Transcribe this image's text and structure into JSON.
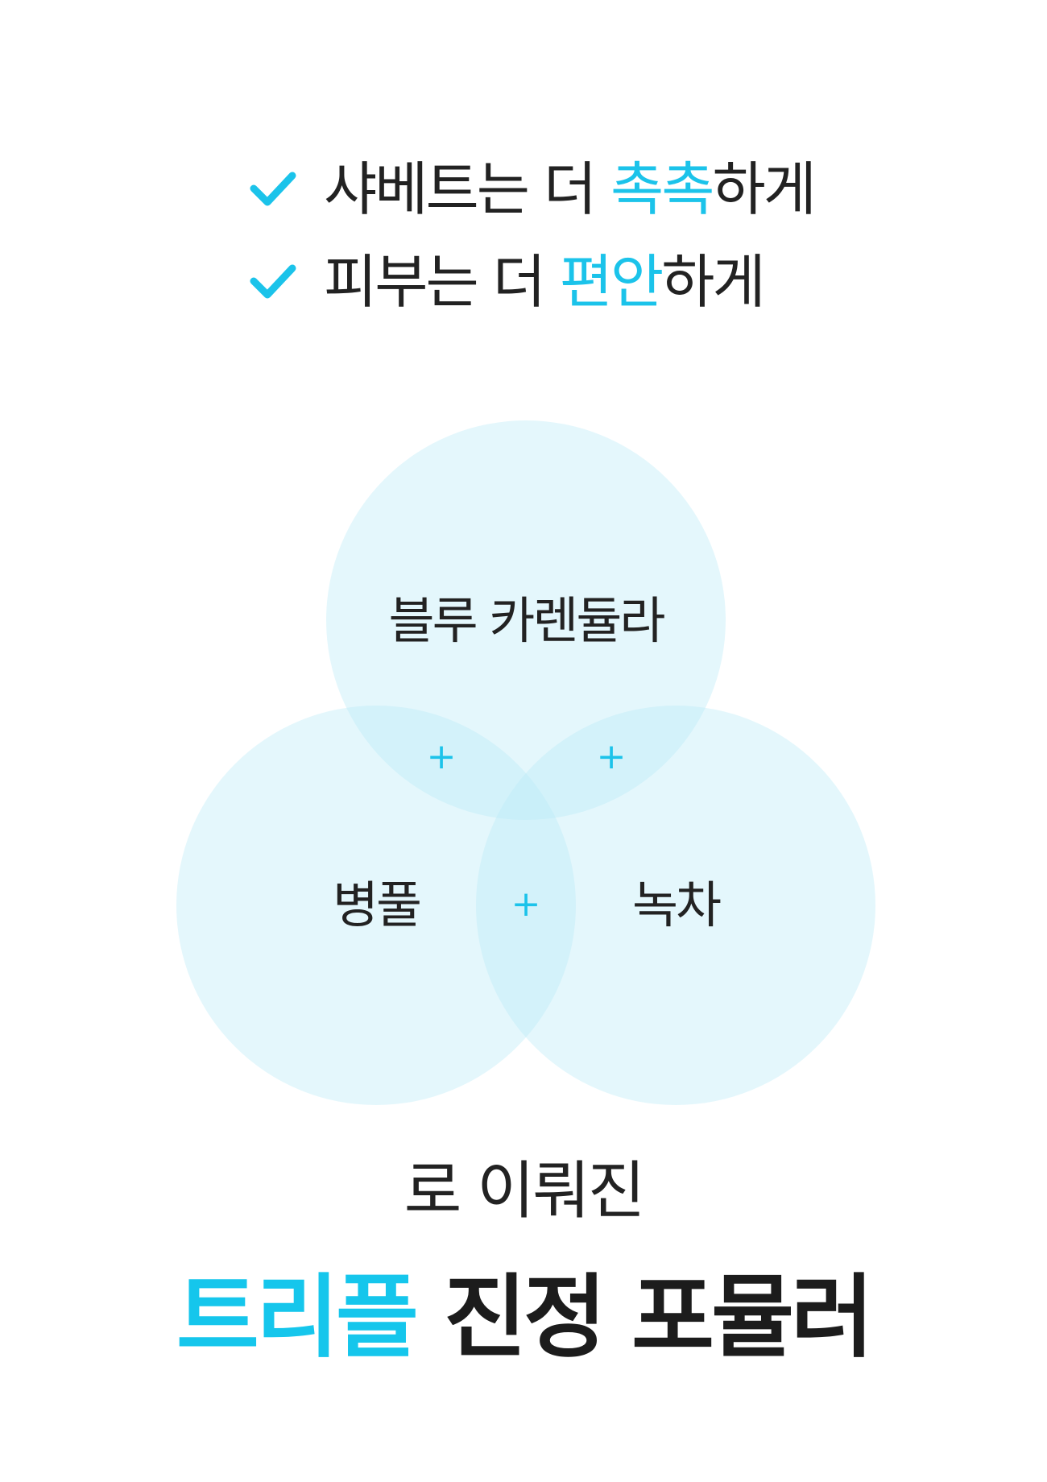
{
  "colors": {
    "accent": "#1bc3ea",
    "circle_fill": "#e5f7fc",
    "text": "#222222"
  },
  "benefits": [
    {
      "icon": "check-icon",
      "prefix": "샤베트는 더 ",
      "highlight": "촉촉",
      "suffix": "하게"
    },
    {
      "icon": "check-icon",
      "prefix": "피부는 더 ",
      "highlight": "편안",
      "suffix": "하게"
    }
  ],
  "venn": {
    "top_label": "블루 카렌듈라",
    "left_label": "병풀",
    "right_label": "녹차",
    "plus": "+"
  },
  "subtitle": "로 이뤄진",
  "title": {
    "highlight": "트리플",
    "rest": " 진정 포뮬러"
  }
}
